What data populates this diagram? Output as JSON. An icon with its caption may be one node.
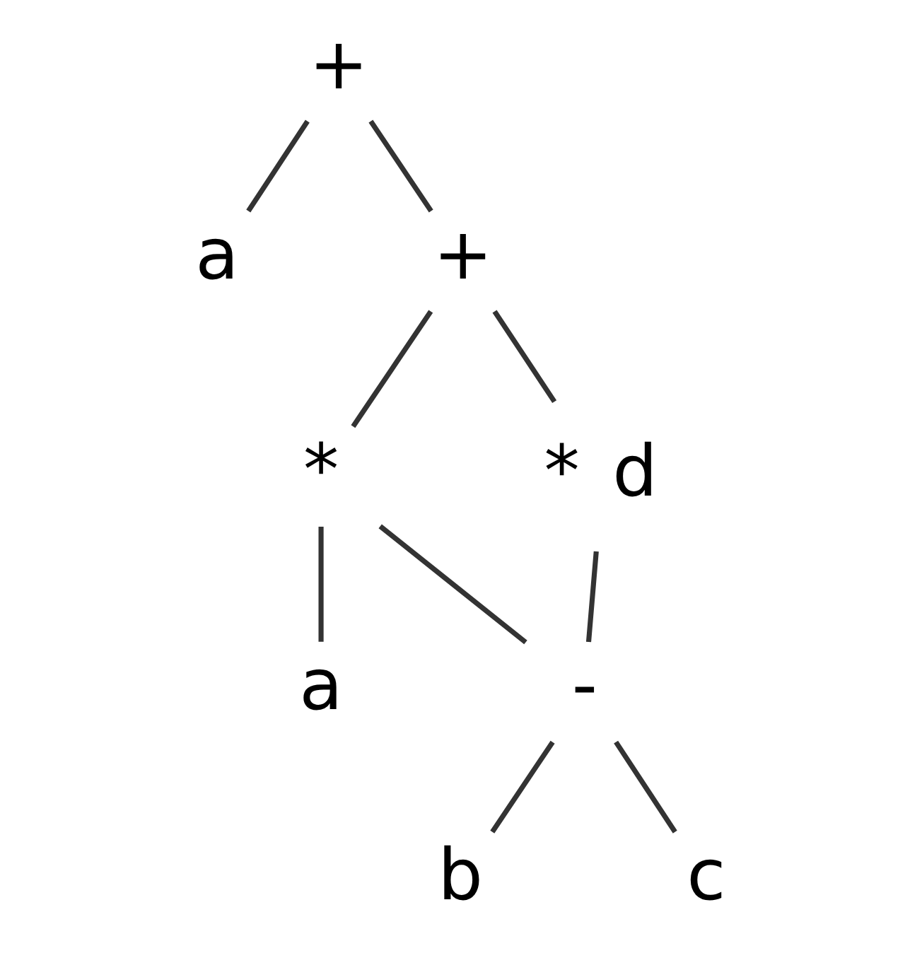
{
  "diagram": {
    "nodes": [
      {
        "text": [
          "+"
        ]
      },
      {
        "text": [
          "a"
        ]
      },
      {
        "text": [
          "+"
        ]
      },
      {
        "text": [
          "*"
        ]
      },
      {
        "text": [
          "*"
        ],
        "beside": [
          "d"
        ]
      },
      {
        "text": [
          "a"
        ]
      },
      {
        "text": [
          "-"
        ]
      },
      {
        "text": [
          "b"
        ]
      },
      {
        "text": [
          "c"
        ]
      }
    ],
    "edges": [
      {
        "from": 0,
        "to": 1,
        "arrow": "none"
      },
      {
        "from": 0,
        "to": 2,
        "arrow": "none"
      },
      {
        "from": 2,
        "to": 3,
        "arrow": "none"
      },
      {
        "from": 2,
        "to": 4,
        "arrow": "none"
      },
      {
        "from": 3,
        "to": 5,
        "arrow": "none"
      },
      {
        "from": 3,
        "to": 6,
        "arrow": "none"
      },
      {
        "from": 4,
        "to": 6,
        "arrow": "none"
      },
      {
        "from": 6,
        "to": 7,
        "arrow": "none"
      },
      {
        "from": 6,
        "to": 8,
        "arrow": "none"
      }
    ]
  }
}
